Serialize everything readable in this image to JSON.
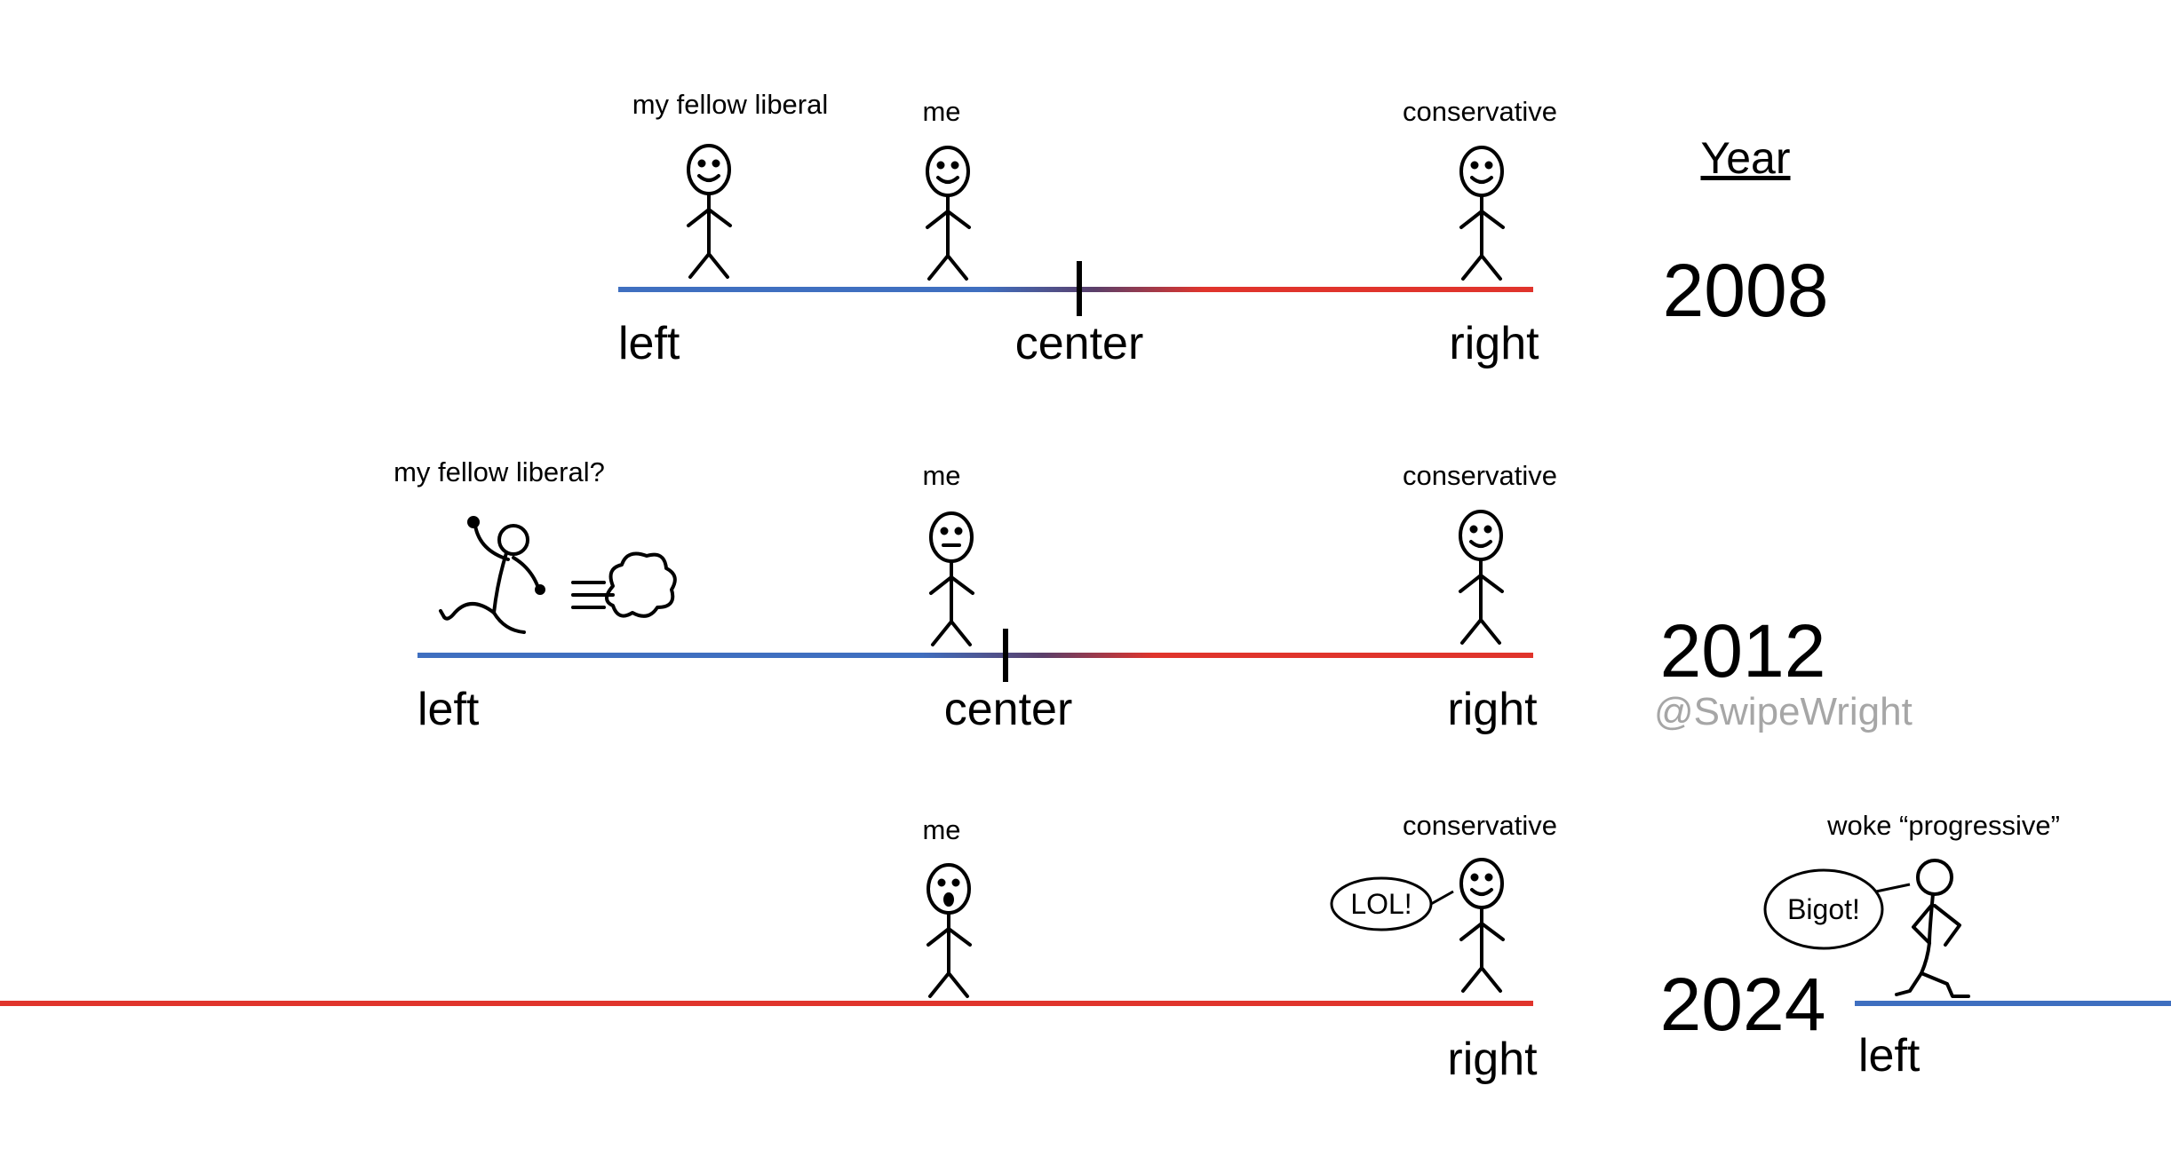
{
  "heading": "Year",
  "watermark": "@SwipeWright",
  "colors": {
    "left": "#3f6fc0",
    "right": "#e0342c",
    "figure": "#000000",
    "watermark": "#a6a6a6"
  },
  "rows": [
    {
      "year": "2008",
      "axis": {
        "left": "left",
        "center": "center",
        "right": "right"
      },
      "figures": [
        {
          "label": "my fellow liberal",
          "expression": "smile"
        },
        {
          "label": "me",
          "expression": "smile"
        },
        {
          "label": "conservative",
          "expression": "smile"
        }
      ]
    },
    {
      "year": "2012",
      "axis": {
        "left": "left",
        "center": "center",
        "right": "right"
      },
      "figures": [
        {
          "label": "my fellow liberal?",
          "expression": "running-away"
        },
        {
          "label": "me",
          "expression": "neutral"
        },
        {
          "label": "conservative",
          "expression": "smile"
        }
      ]
    },
    {
      "year": "2024",
      "axis": {
        "right": "right",
        "left": "left"
      },
      "figures": [
        {
          "label": "me",
          "expression": "shocked"
        },
        {
          "label": "conservative",
          "expression": "smile",
          "speech": "LOL!"
        },
        {
          "label": "woke “progressive”",
          "expression": "angry",
          "speech": "Bigot!"
        }
      ]
    }
  ]
}
